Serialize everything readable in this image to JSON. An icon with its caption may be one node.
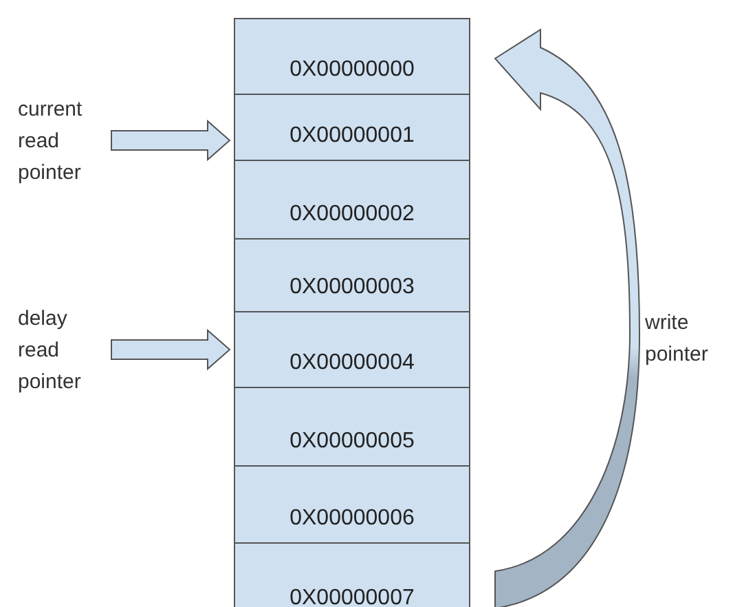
{
  "diagram": {
    "nodes": [
      {
        "text": [
          "0X00000000"
        ]
      },
      {
        "text": [
          "0X00000001"
        ]
      },
      {
        "text": [
          "0X00000002"
        ]
      },
      {
        "text": [
          "0X00000003"
        ]
      },
      {
        "text": [
          "0X00000004"
        ]
      },
      {
        "text": [
          "0X00000005"
        ]
      },
      {
        "text": [
          "0X00000006"
        ]
      },
      {
        "text": [
          "0X00000007"
        ]
      },
      {
        "text": [
          "current read pointer"
        ]
      },
      {
        "text": [
          "delay read pointer"
        ]
      }
    ],
    "edges": [
      {
        "from": 8,
        "to": 1,
        "arrow": "to"
      },
      {
        "from": 9,
        "to": 4,
        "arrow": "to"
      },
      {
        "from": 7,
        "to": 0,
        "arrow": "to",
        "label": "write pointer"
      }
    ]
  }
}
